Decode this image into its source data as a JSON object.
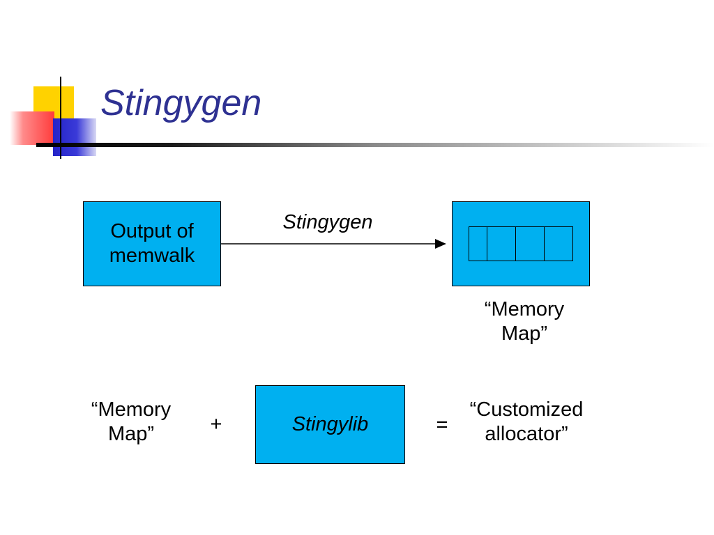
{
  "slide": {
    "title": "Stingygen"
  },
  "diagram": {
    "source_box": {
      "line1": "Output of",
      "line2": "memwalk"
    },
    "arrow_label": "Stingygen",
    "memory_map_box": {
      "cell_count": 4
    },
    "memory_map_caption": {
      "line1": "“Memory",
      "line2": "Map”"
    },
    "equation": {
      "term1": {
        "line1": "“Memory",
        "line2": "Map”"
      },
      "plus": "+",
      "library_box": "Stingylib",
      "equals": "=",
      "result": {
        "line1": "“Customized",
        "line2": "allocator”"
      }
    }
  },
  "colors": {
    "title": "#2e3192",
    "box_fill": "#00b0f0",
    "logo_yellow": "#ffd200",
    "logo_red": "#ff3b3b",
    "logo_blue": "#2323c8"
  }
}
